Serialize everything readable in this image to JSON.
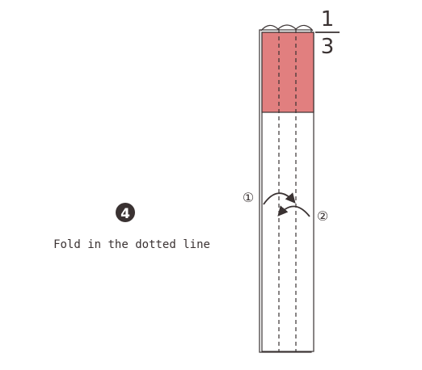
{
  "step": {
    "number": "4",
    "instruction": "Fold in the dotted line"
  },
  "fraction": {
    "numerator": "1",
    "denominator": "3"
  },
  "fold_markers": {
    "first": "①",
    "second": "②"
  },
  "colors": {
    "shaded_section": "#e17f7f",
    "outline": "#3a3232",
    "badge": "#3a3232"
  }
}
